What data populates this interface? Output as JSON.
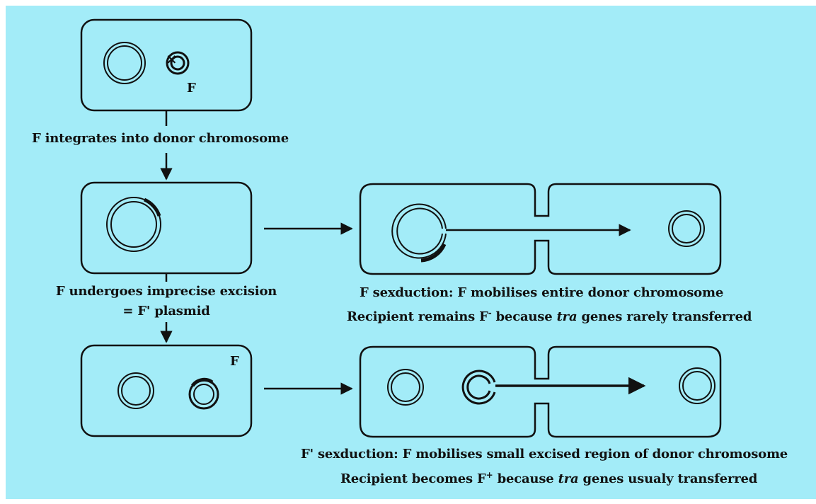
{
  "diagram": {
    "plasmid_label_1": "F",
    "plasmid_label_2": "F",
    "cross_symbol": "×",
    "step1_text": "F integrates into donor chromosome",
    "step2_text_line1": "F undergoes imprecise excision",
    "step2_text_line2": "= F' plasmid",
    "sexduction_f": {
      "line1": "F sexduction: F mobilises entire donor chromosome",
      "line2_pre": "Recipient remains F",
      "line2_sup": "-",
      "line2_mid": " because ",
      "line2_italic": "tra",
      "line2_post": " genes rarely transferred"
    },
    "sexduction_fprime": {
      "line1": "F' sexduction: F mobilises small excised region of donor chromosome",
      "line2_pre": "Recipient becomes F",
      "line2_sup": "+",
      "line2_mid": " because ",
      "line2_italic": "tra",
      "line2_post": " genes usualy transferred"
    }
  },
  "colors": {
    "background": "#a3ecf8",
    "ink": "#111111"
  }
}
